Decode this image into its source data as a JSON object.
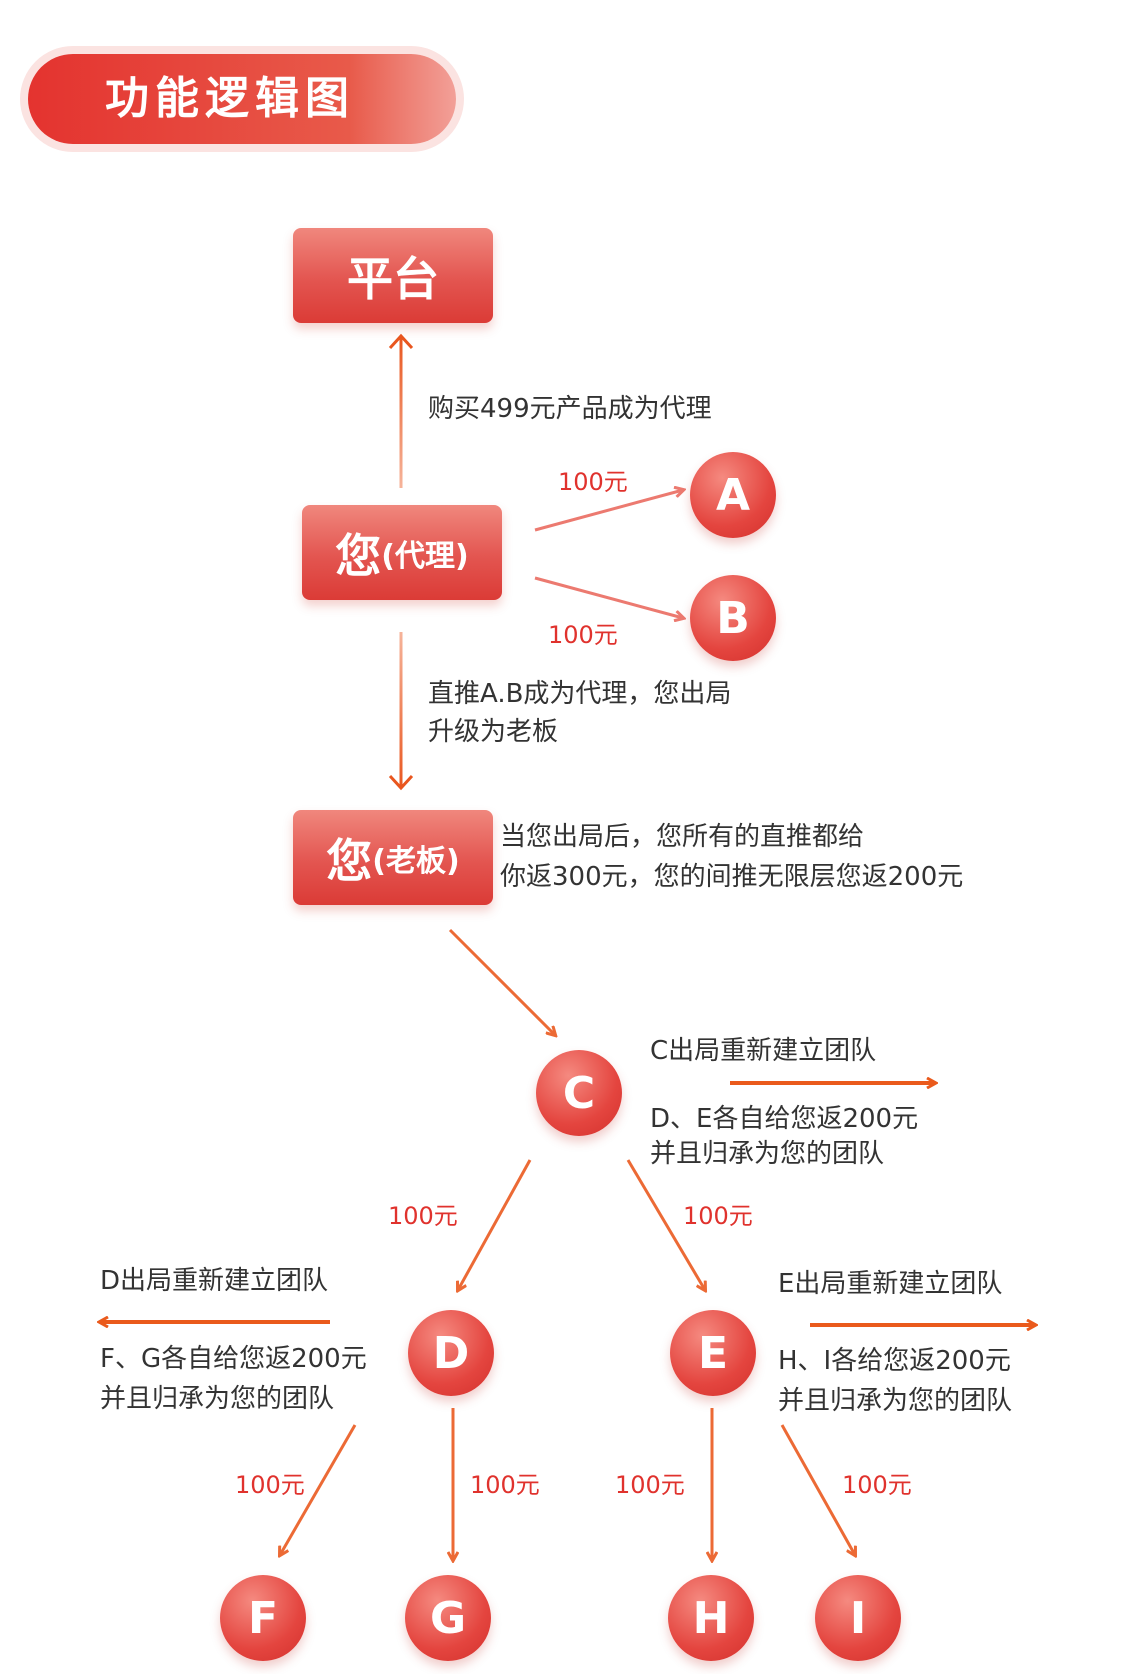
{
  "header": {
    "title": "功能逻辑图"
  },
  "nodes": {
    "platform": "平台",
    "agent": {
      "main": "您",
      "sub": "(代理)"
    },
    "boss": {
      "main": "您",
      "sub": "(老板)"
    },
    "A": "A",
    "B": "B",
    "C": "C",
    "D": "D",
    "E": "E",
    "F": "F",
    "G": "G",
    "H": "H",
    "I": "I"
  },
  "notes": {
    "buy": "购买499元产品成为代理",
    "direct_1": "直推A.B成为代理，您出局",
    "direct_2": "升级为老板",
    "boss_1": "当您出局后，您所有的直推都给",
    "boss_2": "你返300元，您的间推无限层您返200元",
    "c_restart": "C出局重新建立团队",
    "c_ret_1": "D、E各自给您返200元",
    "c_ret_2": "并且归承为您的团队",
    "d_restart": "D出局重新建立团队",
    "d_ret_1": "F、G各自给您返200元",
    "d_ret_2": "并且归承为您的团队",
    "e_restart": "E出局重新建立团队",
    "e_ret_1": "H、I各给您返200元",
    "e_ret_2": "并且归承为您的团队"
  },
  "amounts": {
    "to_a": "100元",
    "to_b": "100元",
    "to_d": "100元",
    "to_e": "100元",
    "to_f": "100元",
    "to_g": "100元",
    "to_h": "100元",
    "to_i": "100元"
  },
  "colors": {
    "primary_red": "#e0322d",
    "arrow_orange": "#ea5a1c",
    "header_glow": "#fbe3e1"
  }
}
